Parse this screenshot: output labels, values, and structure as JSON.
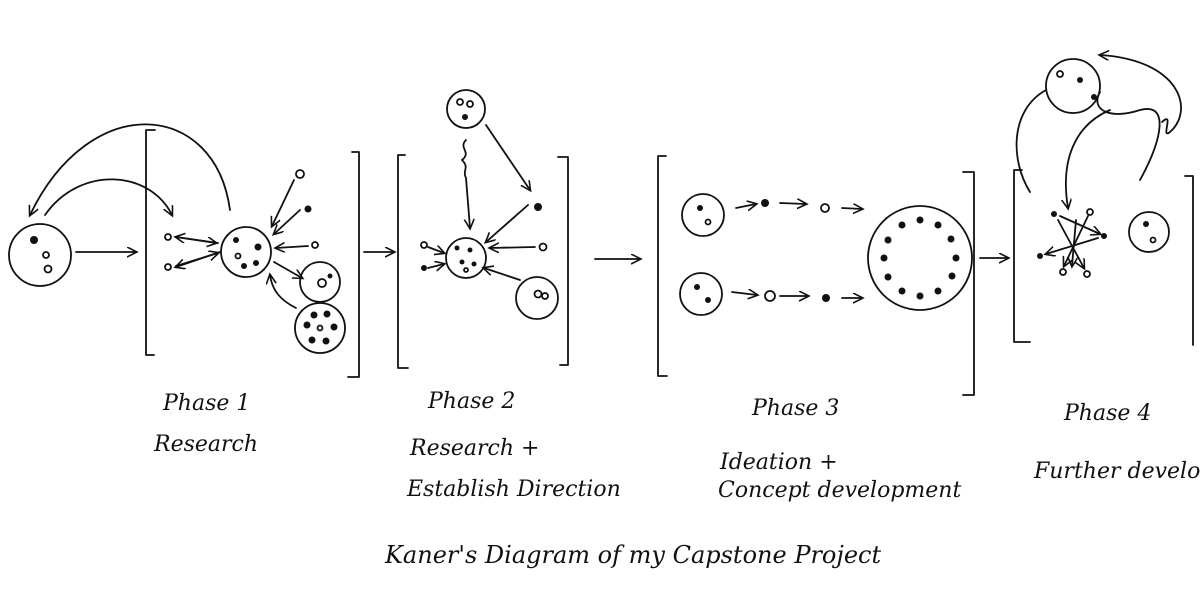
{
  "diagram": {
    "title": "Kaner's Diagram of my Capstone Project",
    "phases": [
      {
        "name": "Phase 1",
        "description": [
          "Research"
        ]
      },
      {
        "name": "Phase 2",
        "description": [
          "Research +",
          "Establish Direction"
        ]
      },
      {
        "name": "Phase 3",
        "description": [
          "Ideation +",
          "Concept development"
        ]
      },
      {
        "name": "Phase 4",
        "description": [
          "Further develo"
        ]
      }
    ]
  }
}
